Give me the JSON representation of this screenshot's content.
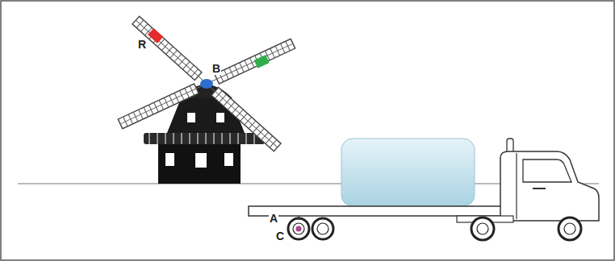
{
  "diagram": {
    "labels": [
      "R",
      "B",
      "A",
      "C"
    ]
  }
}
